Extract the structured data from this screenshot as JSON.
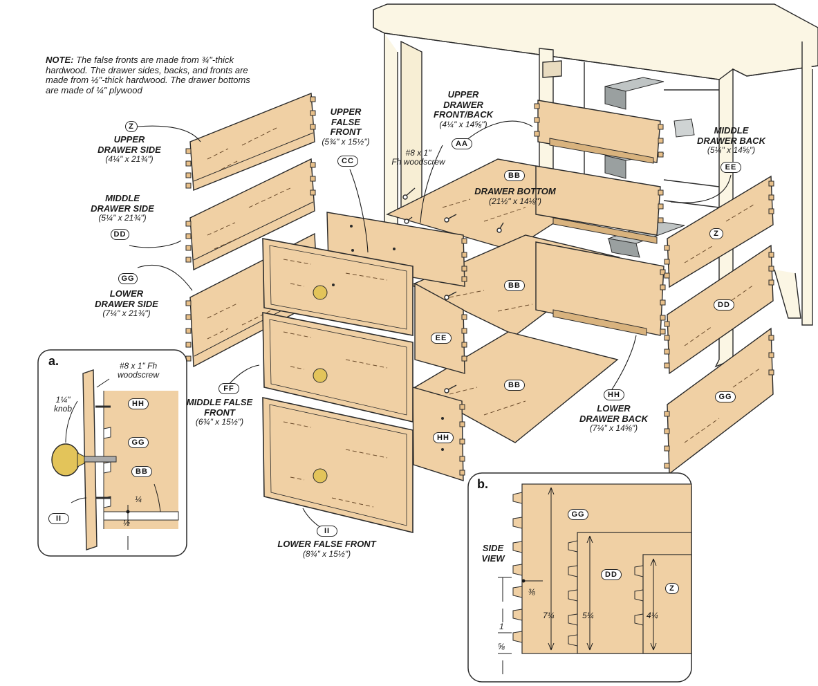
{
  "note": {
    "lead": "NOTE:",
    "text": "The false fronts are made from ¾\"-thick hardwood. The drawer sides, backs, and fronts are made from ½\"-thick hardwood. The drawer bottoms are made of ¼\" plywood"
  },
  "parts": {
    "z": {
      "badge": "Z",
      "title_lines": [
        "UPPER",
        "DRAWER SIDE"
      ],
      "dims": "(4¼\" x 21¾\")"
    },
    "dd": {
      "badge": "DD",
      "title_lines": [
        "MIDDLE",
        "DRAWER SIDE"
      ],
      "dims": "(5¼\" x 21¾\")"
    },
    "gg": {
      "badge": "GG",
      "title_lines": [
        "LOWER",
        "DRAWER SIDE"
      ],
      "dims": "(7¼\" x 21¾\")"
    },
    "cc": {
      "badge": "CC",
      "title_lines": [
        "UPPER",
        "FALSE",
        "FRONT"
      ],
      "dims": "(5¾\" x 15½\")"
    },
    "aa": {
      "badge": "AA",
      "title_lines": [
        "UPPER",
        "DRAWER",
        "FRONT/BACK"
      ],
      "dims": "(4¼\" x 14⅝\")"
    },
    "bb": {
      "badge": "BB",
      "title_lines": [
        "DRAWER BOTTOM"
      ],
      "dims": "(21½\" x 14⅛\")"
    },
    "ee": {
      "badge": "EE",
      "title_lines": [
        "MIDDLE",
        "DRAWER BACK"
      ],
      "dims": "(5¼\" x 14⅝\")"
    },
    "ff": {
      "badge": "FF",
      "title_lines": [
        "MIDDLE FALSE",
        "FRONT"
      ],
      "dims": "(6¾\" x 15½\")"
    },
    "hh": {
      "badge": "HH",
      "title_lines": [
        "LOWER",
        "DRAWER BACK"
      ],
      "dims": "(7¼\" x 14⅝\")"
    },
    "ii": {
      "badge": "II",
      "title_lines": [
        "LOWER FALSE FRONT"
      ],
      "dims": "(8¾\" x 15½\")"
    }
  },
  "screw_label": [
    "#8 x 1\"",
    "Fh woodscrew"
  ],
  "detail_a": {
    "title": "a.",
    "screw_lines": [
      "#8 x 1\" Fh",
      "woodscrew"
    ],
    "knob_lines": [
      "1¼\"",
      "knob"
    ],
    "badges": [
      "HH",
      "GG",
      "BB",
      "II"
    ],
    "dim_quarter": "¼",
    "dim_half": "½"
  },
  "detail_b": {
    "title": "b.",
    "side_view_lines": [
      "SIDE",
      "VIEW"
    ],
    "badges": [
      "GG",
      "DD",
      "Z"
    ],
    "dim_gg": "7¼",
    "dim_dd": "5¼",
    "dim_z": "4¼",
    "dim_three_eighths": "⅜",
    "dim_one": "1",
    "dim_five_eighths": "⅝"
  },
  "colors": {
    "wood": "#f0d0a4",
    "wood_dark": "#d9b37e",
    "cabinet": "#fbf6e4",
    "outline": "#2a2a2a",
    "knob": "#e3c45a",
    "slide": "#bfc4c4"
  }
}
